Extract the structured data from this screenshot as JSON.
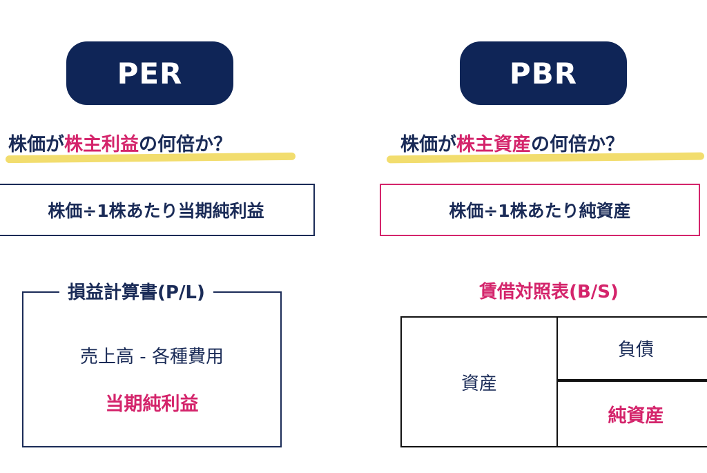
{
  "per": {
    "badge": "PER",
    "question": {
      "before": "株価が",
      "highlight": "株主利益",
      "after": "の何倍か？"
    },
    "formula": "株価÷1株あたり当期純利益",
    "statement": {
      "title": "損益計算書(P/L)",
      "line": "売上高 - 各種費用",
      "result": "当期純利益"
    }
  },
  "pbr": {
    "badge": "PBR",
    "question": {
      "before": "株価が",
      "highlight": "株主資産",
      "after": "の何倍か？"
    },
    "formula": "株価÷1株あたり純資産",
    "statement": {
      "title": "賃借対照表(B/S)",
      "assets": "資産",
      "liabilities": "負債",
      "net_assets": "純資産"
    }
  },
  "colors": {
    "navy": "#0f2557",
    "text": "#1a2b57",
    "accent": "#d4246b",
    "marker": "#f2dd6e"
  }
}
